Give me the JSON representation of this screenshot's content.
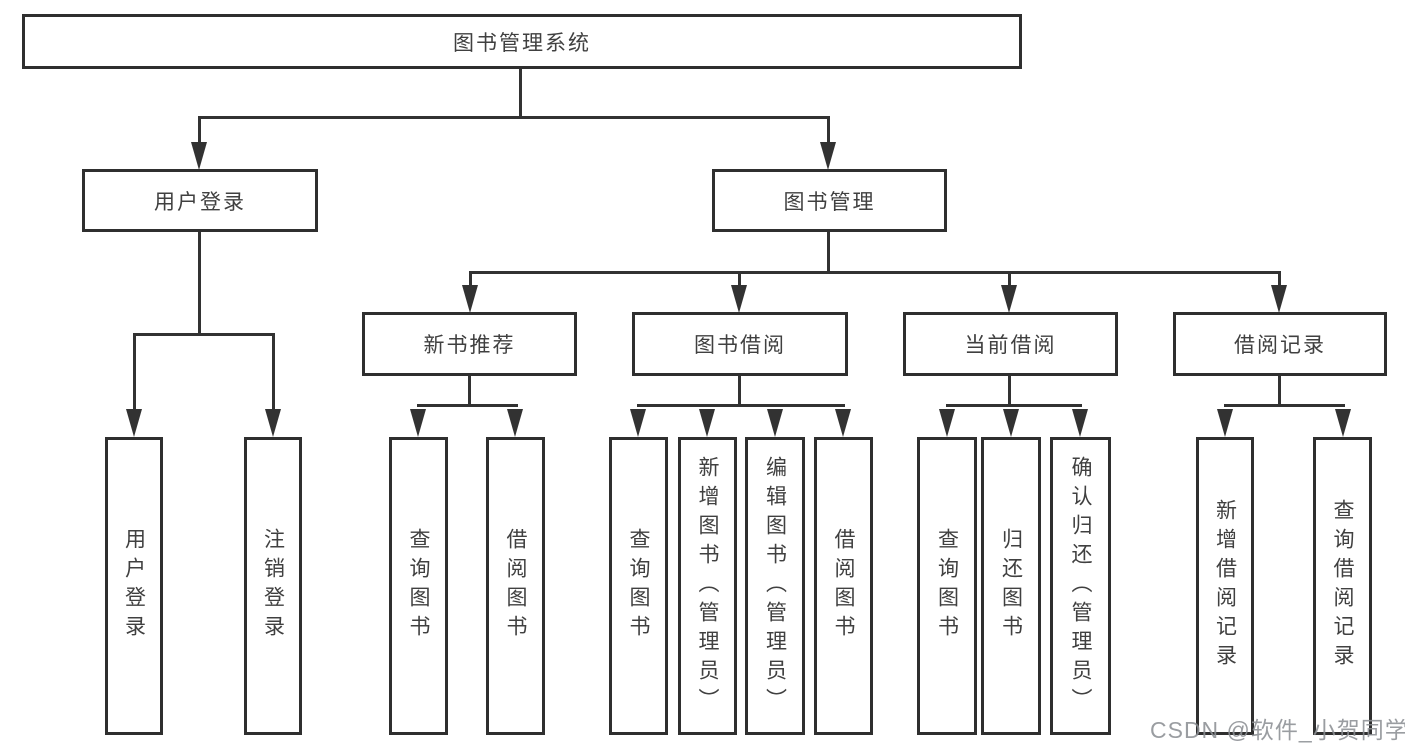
{
  "diagram": {
    "root": {
      "label": "图书管理系统"
    },
    "user_branch": {
      "label": "用户登录",
      "leaves": [
        {
          "label": "用户登录"
        },
        {
          "label": "注销登录"
        }
      ]
    },
    "book_branch": {
      "label": "图书管理",
      "groups": [
        {
          "label": "新书推荐",
          "leaves": [
            {
              "label": "查询图书"
            },
            {
              "label": "借阅图书"
            }
          ]
        },
        {
          "label": "图书借阅",
          "leaves": [
            {
              "label": "查询图书"
            },
            {
              "label": "新增图书（管理员）"
            },
            {
              "label": "编辑图书（管理员）"
            },
            {
              "label": "借阅图书"
            }
          ]
        },
        {
          "label": "当前借阅",
          "leaves": [
            {
              "label": "查询图书"
            },
            {
              "label": "归还图书"
            },
            {
              "label": "确认归还（管理员）"
            }
          ]
        },
        {
          "label": "借阅记录",
          "leaves": [
            {
              "label": "新增借阅记录"
            },
            {
              "label": "查询借阅记录"
            }
          ]
        }
      ]
    }
  },
  "watermark": {
    "text": "CSDN @软件_小贺同学"
  },
  "colors": {
    "line": "#323232",
    "box_border": "#2f2f2f",
    "text": "#404040",
    "watermark": "#8c8f94",
    "background": "#ffffff"
  }
}
